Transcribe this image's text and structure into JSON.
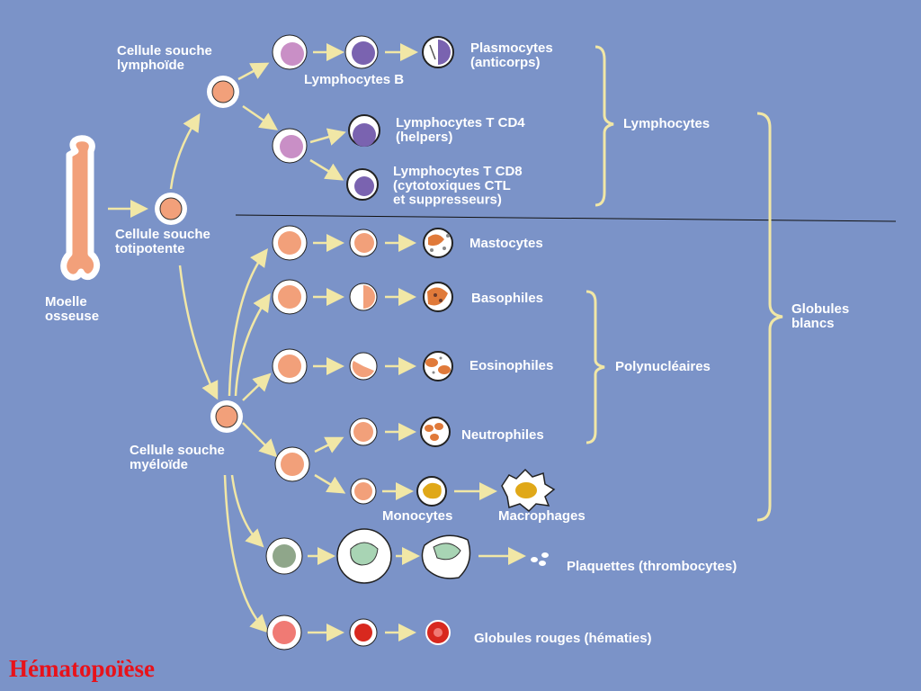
{
  "colors": {
    "background": "#7b93c8",
    "arrow": "#f1e7a6",
    "lymphoid_cytoplasm": "#c98fc6",
    "lymphoid_nucleus": "#7a63b0",
    "cell_orange": "#f2a07a",
    "granule_orange": "#e07a3a",
    "monocyte_yellow": "#e0a818",
    "platelet_green": "#a8d4b4",
    "erythro_red": "#d8281e",
    "title_red": "#e8121a"
  },
  "labels": {
    "bone": "Moelle\nosseuse",
    "totipotent": "Cellule souche\ntotipotente",
    "lymphoid_stem": "Cellule souche\nlymphoïde",
    "myeloid_stem": "Cellule souche\nmyéloïde",
    "lymphocytes_b": "Lymphocytes B",
    "plasmocytes": "Plasmocytes\n(anticorps)",
    "lt_cd4": "Lymphocytes T CD4\n(helpers)",
    "lt_cd8": "Lymphocytes T CD8\n(cytotoxiques CTL\net suppresseurs)",
    "lymphocytes_group": "Lymphocytes",
    "mastocytes": "Mastocytes",
    "basophiles": "Basophiles",
    "eosinophiles": "Eosinophiles",
    "neutrophiles": "Neutrophiles",
    "polynucleaires": "Polynucléaires",
    "globules_blancs": "Globules\nblancs",
    "monocytes": "Monocytes",
    "macrophages": "Macrophages",
    "plaquettes": "Plaquettes (thrombocytes)",
    "globules_rouges": "Globules rouges (hématies)"
  },
  "caption": "Hématopoïèse"
}
